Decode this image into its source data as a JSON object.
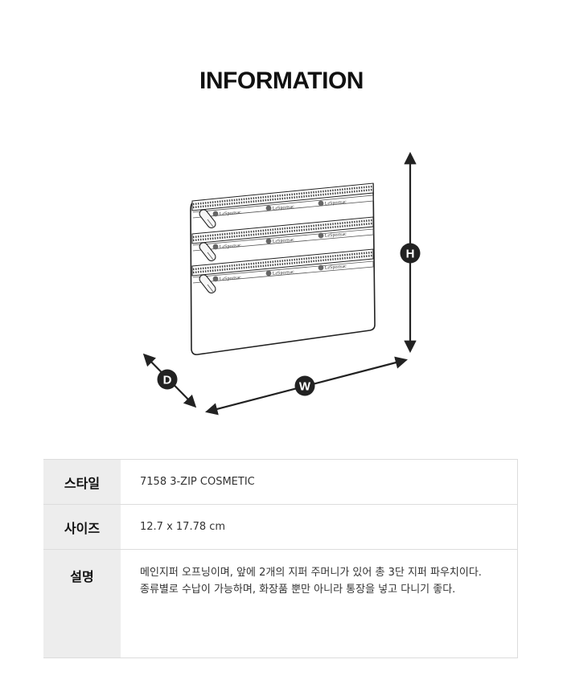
{
  "title": "INFORMATION",
  "diagram": {
    "labels": {
      "height": "H",
      "width": "W",
      "depth": "D"
    },
    "brand_text": "LeSportsac"
  },
  "specs": [
    {
      "label": "스타일",
      "value": "7158 3-ZIP COSMETIC"
    },
    {
      "label": "사이즈",
      "value": "12.7 x 17.78 cm"
    },
    {
      "label": "설명",
      "lines": [
        "메인지퍼 오프닝이며, 앞에 2개의 지퍼 주머니가 있어 총 3단 지퍼 파우치이다.",
        "종류별로 수납이 가능하며, 화장품 뿐만 아니라 통장을 넣고 다니기 좋다."
      ]
    }
  ]
}
